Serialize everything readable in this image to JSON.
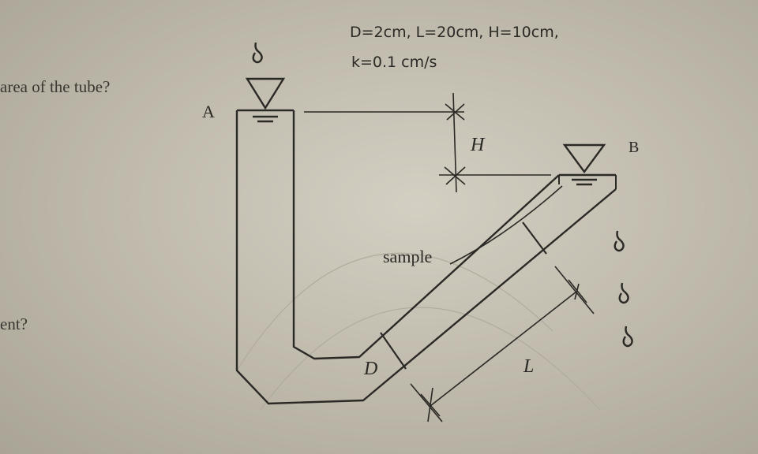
{
  "given": {
    "line1": "D=2cm, L=20cm, H=10cm,",
    "line2": "k=0.1 cm/s"
  },
  "page_text": {
    "question_1": "area of the tube?",
    "question_2": "ent?"
  },
  "labels": {
    "point_a": "A",
    "point_b": "B",
    "head_difference": "H",
    "sample": "sample",
    "diameter": "D",
    "length": "L"
  },
  "colors": {
    "ink": "#2b2925",
    "paper": "#c9c5b8"
  },
  "icons": [
    "water-drop-icon",
    "water-level-icon"
  ]
}
